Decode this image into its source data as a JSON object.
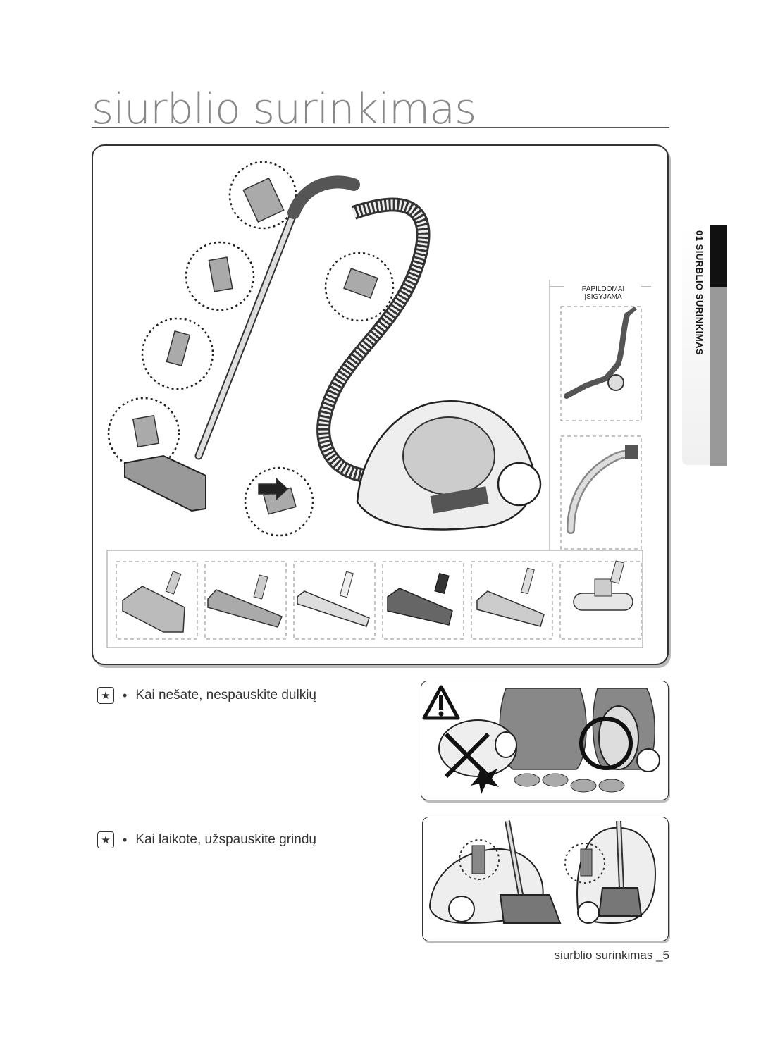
{
  "page": {
    "title": "siurblio surinkimas",
    "section_tab": "01 SIURBLIO SURINKIMAS",
    "footer": "siurblio surinkimas _5"
  },
  "assembly": {
    "optional_label": "PAPILDOMAI ĮSIGYJAMA",
    "brush_count": 6
  },
  "notes": [
    {
      "icon": "star-icon",
      "text": "Kai nešate, nespauskite dulkių"
    },
    {
      "icon": "star-icon",
      "text": "Kai laikote, užspauskite grindų"
    }
  ],
  "colors": {
    "title": "#888888",
    "tab_dark": "#111111",
    "tab_gray": "#999999"
  }
}
